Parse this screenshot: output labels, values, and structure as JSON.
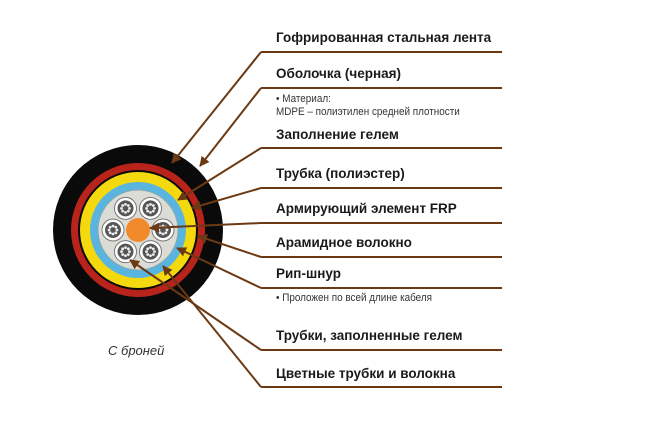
{
  "caption": "С броней",
  "labels": [
    {
      "text": "Гофрированная стальная лента"
    },
    {
      "text": "Оболочка (черная)",
      "note": [
        "• Материал:",
        "MDPE – полиэтилен средней плотности"
      ]
    },
    {
      "text": "Заполнение гелем"
    },
    {
      "text": "Трубка (полиэстер)"
    },
    {
      "text": "Армирующий элемент FRP"
    },
    {
      "text": "Арамидное волокно"
    },
    {
      "text": "Рип-шнур",
      "note": [
        "• Проложен по всей длине кабеля"
      ]
    },
    {
      "text": "Трубки, заполненные гелем"
    },
    {
      "text": "Цветные трубки и волокна"
    }
  ],
  "colors": {
    "leader": "#6b3a14",
    "jacket": "#0a0a0a",
    "red": "#b8231c",
    "yellow": "#f4d90f",
    "blue": "#5ab4e0",
    "core": "#dcdcd6",
    "frp": "#f08a2a"
  }
}
